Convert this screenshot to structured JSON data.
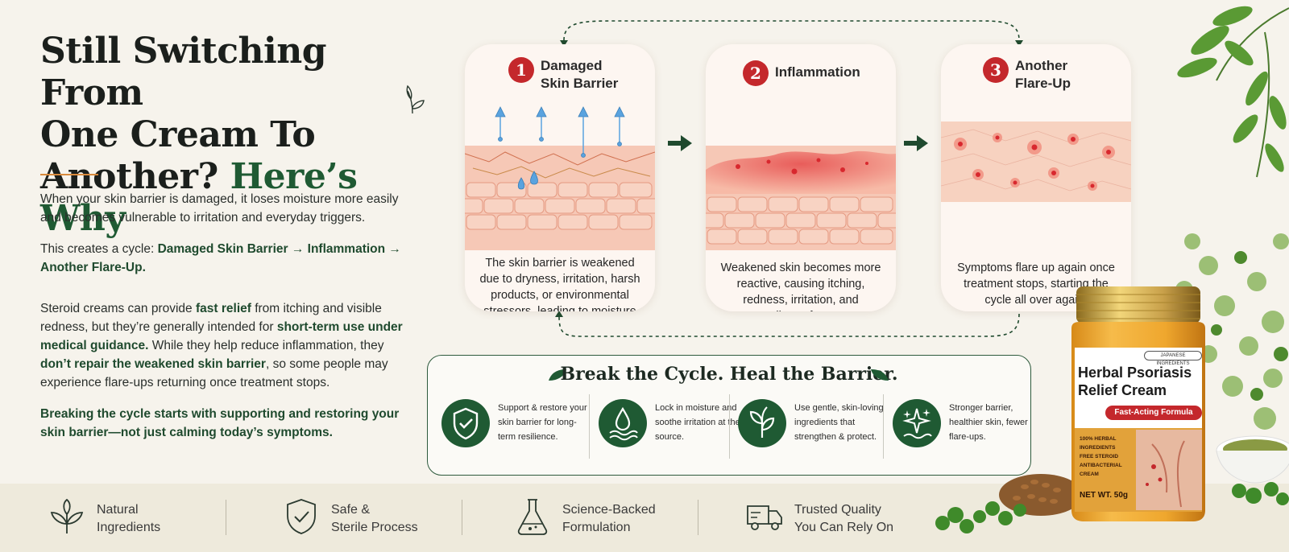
{
  "headline": {
    "line1": "Still Switching From",
    "line2": "One Cream To",
    "line3_plain": "Another?",
    "line3_accent": "Here’s Why"
  },
  "intro": {
    "p1": "When your skin barrier is damaged, it loses moisture more easily and becomes vulnerable to irritation and everyday triggers.",
    "p2_prefix": "This creates a cycle: ",
    "p2_bold": "Damaged Skin Barrier → Inflammation → Another Flare-Up.",
    "p3_a": "Steroid creams can provide ",
    "p3_b": "fast relief",
    "p3_c": " from itching and visible redness, but they’re generally intended for ",
    "p3_d": "short-term use under medical guidance.",
    "p3_e": " While they help reduce inflammation, they ",
    "p3_f": "don’t repair the weakened skin barrier",
    "p3_g": ", so some people may experience flare-ups returning once treatment stops.",
    "p4": "Breaking the cycle starts with supporting and restoring your skin barrier—not just calming today’s symptoms."
  },
  "cards": [
    {
      "number": "1",
      "title_l1": "Damaged",
      "title_l2": "Skin Barrier",
      "text": "The skin barrier is weakened due to dryness, irritation, harsh products, or environmental stressors, leading to moisture loss and increased sensitivity."
    },
    {
      "number": "2",
      "title_l1": "Inflammation",
      "title_l2": "",
      "text": "Weakened skin becomes more reactive, causing itching, redness, irritation, and discomfort."
    },
    {
      "number": "3",
      "title_l1": "Another",
      "title_l2": "Flare-Up",
      "text": "Symptoms flare up again once treatment stops, starting the cycle all over again."
    }
  ],
  "break_cycle": {
    "title": "Break the Cycle. Heal the Barrier.",
    "items": [
      {
        "icon": "shield-check-icon",
        "text": "Support & restore your skin barrier for long-term resilience."
      },
      {
        "icon": "water-drop-icon",
        "text": "Lock in moisture and soothe irritation at the source."
      },
      {
        "icon": "leaf-icon",
        "text": "Use gentle, skin-loving ingredients that strengthen & protect."
      },
      {
        "icon": "sparkle-icon",
        "text": "Stronger barrier, healthier skin, fewer flare-ups."
      }
    ]
  },
  "features": [
    {
      "icon": "leaves-icon",
      "l1": "Natural",
      "l2": "Ingredients"
    },
    {
      "icon": "shield-check-icon",
      "l1": "Safe &",
      "l2": "Sterile Process"
    },
    {
      "icon": "flask-icon",
      "l1": "Science-Backed",
      "l2": "Formulation"
    },
    {
      "icon": "truck-icon",
      "l1": "Trusted Quality",
      "l2": "You Can Rely On"
    }
  ],
  "product": {
    "tag": "JAPANESE INGREDIENTS",
    "name_l1": "Herbal Psoriasis",
    "name_l2": "Relief Cream",
    "badge": "Fast-Acting Formula",
    "claims": [
      "100% HERBAL INGREDIENTS",
      "FREE STEROID",
      "ANTIBACTERIAL CREAM"
    ],
    "weight": "NET WT. 50g"
  },
  "colors": {
    "brand_green": "#1f5a33",
    "accent_red": "#c4282c",
    "accent_orange": "#d98a3c",
    "background": "#f6f3ec"
  }
}
